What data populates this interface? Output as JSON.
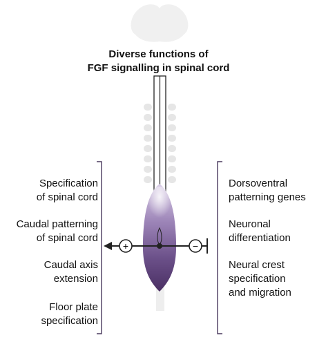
{
  "title_lines": [
    "Diverse functions of",
    "FGF signalling in spinal cord"
  ],
  "left_labels": [
    {
      "line1": "Specification",
      "line2": "of spinal cord"
    },
    {
      "line1": "Caudal patterning",
      "line2": "of spinal cord"
    },
    {
      "line1": "Caudal axis",
      "line2": "extension"
    },
    {
      "line1": "Floor plate",
      "line2": "specification"
    }
  ],
  "right_labels": [
    {
      "line1": "Dorsoventral",
      "line2": "patterning genes",
      "line3": ""
    },
    {
      "line1": "Neuronal",
      "line2": "differentiation",
      "line3": ""
    },
    {
      "line1": "Neural crest",
      "line2": "specification",
      "line3": "and migration"
    }
  ],
  "symbols": {
    "plus": "+",
    "minus": "−"
  },
  "colors": {
    "purple_dark": "#4a2f63",
    "purple_light": "#b9a4cf",
    "brain": "#f0f0f0",
    "somite": "#e6e6e6",
    "line": "#222222"
  }
}
